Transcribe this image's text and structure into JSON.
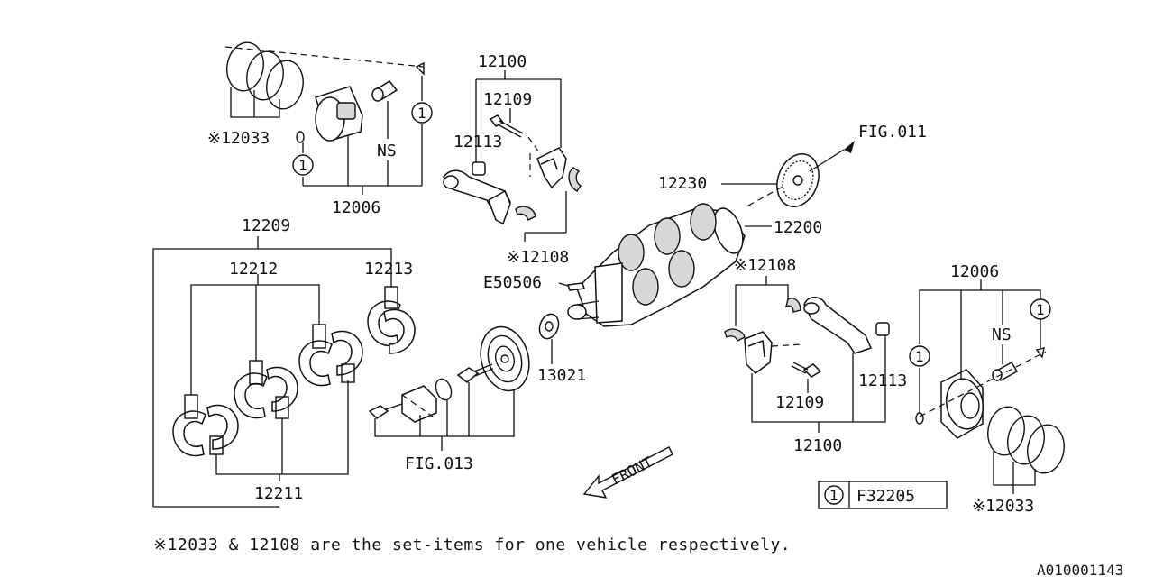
{
  "labels": {
    "p12100_top": "12100",
    "p12109_top": "12109",
    "p12113_top": "12113",
    "p12108_top": "※12108",
    "p12033_top": "※12033",
    "ns_top": "NS",
    "p12006_top": "12006",
    "fig011": "FIG.011",
    "p12230": "12230",
    "p12200": "12200",
    "p12209": "12209",
    "p12212": "12212",
    "p12213": "12213",
    "e50506": "E50506",
    "p13021": "13021",
    "fig013": "FIG.013",
    "p12211": "12211",
    "p12108_right": "※12108",
    "p12006_right": "12006",
    "ns_right": "NS",
    "p12113_right": "12113",
    "p12109_right": "12109",
    "p12100_right": "12100",
    "p12033_right": "※12033",
    "front": "FRONT",
    "circle_one": "1",
    "legend_ref": "F32205"
  },
  "footnote": "※12033 & 12108 are the set-items for one vehicle respectively.",
  "diagram_id": "A010001143"
}
